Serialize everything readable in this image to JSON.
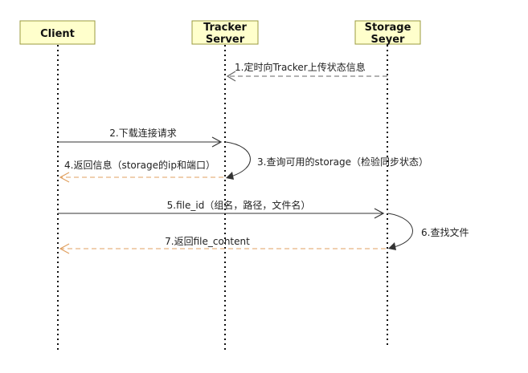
{
  "actors": [
    {
      "id": "client",
      "lines": [
        "Client"
      ]
    },
    {
      "id": "tracker",
      "lines": [
        "Tracker",
        "Server"
      ]
    },
    {
      "id": "storage",
      "lines": [
        "Storage",
        "Seyer"
      ]
    }
  ],
  "messages": [
    {
      "id": "m1",
      "label": "1.定时向Tracker上传状态信息",
      "from": "storage",
      "to": "tracker",
      "kind": "return"
    },
    {
      "id": "m2",
      "label": "2.下载连接请求",
      "from": "client",
      "to": "tracker",
      "kind": "call"
    },
    {
      "id": "m3",
      "label": "3.查询可用的storage（检验同步状态）",
      "from": "tracker",
      "to": "tracker",
      "kind": "self"
    },
    {
      "id": "m4",
      "label": "4.返回信息（storage的ip和端口）",
      "from": "tracker",
      "to": "client",
      "kind": "return"
    },
    {
      "id": "m5",
      "label": "5.file_id（组名，路径，文件名）",
      "from": "client",
      "to": "storage",
      "kind": "call"
    },
    {
      "id": "m6",
      "label": "6.查找文件",
      "from": "storage",
      "to": "storage",
      "kind": "self"
    },
    {
      "id": "m7",
      "label": "7.返回file_content",
      "from": "storage",
      "to": "client",
      "kind": "return"
    }
  ],
  "colors": {
    "actor_fill": "#ffffcc",
    "actor_border": "#9b9b3f",
    "call_line": "#333333",
    "return_line_storage": "#666666",
    "return_line_client": "#e0a060"
  }
}
